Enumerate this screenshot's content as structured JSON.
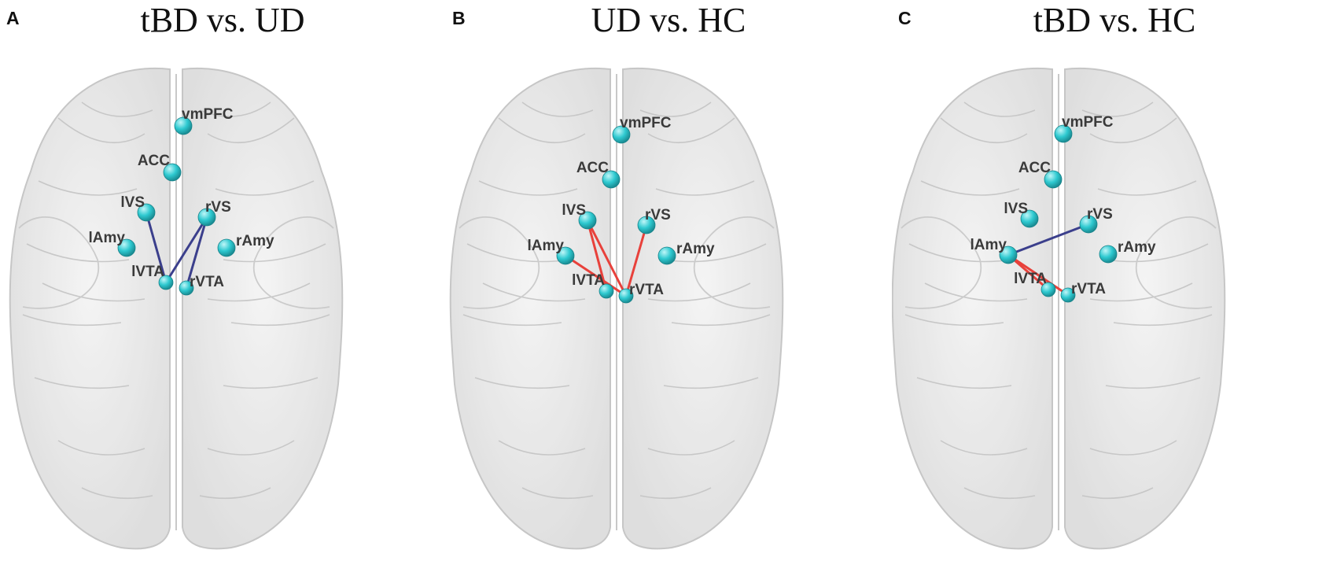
{
  "colors": {
    "decrease": "#3b3f8c",
    "increase": "#e8413b",
    "node": "#2ec9d0",
    "node_highlight": "#bff6f8"
  },
  "panels": [
    {
      "letter": "A",
      "title": "tBD vs. UD",
      "nodes": [
        {
          "label": "vmPFC"
        },
        {
          "label": "ACC"
        },
        {
          "label": "lVS"
        },
        {
          "label": "rVS"
        },
        {
          "label": "lAmy"
        },
        {
          "label": "rAmy"
        },
        {
          "label": "lVTA"
        },
        {
          "label": "rVTA"
        }
      ],
      "connections": [
        {
          "from": "lVS",
          "to": "lVTA",
          "color": "decrease"
        },
        {
          "from": "lVTA",
          "to": "rVS",
          "color": "decrease"
        },
        {
          "from": "rVS",
          "to": "rVTA",
          "color": "decrease"
        }
      ]
    },
    {
      "letter": "B",
      "title": "UD vs. HC",
      "nodes": [
        {
          "label": "vmPFC"
        },
        {
          "label": "ACC"
        },
        {
          "label": "lVS"
        },
        {
          "label": "rVS"
        },
        {
          "label": "lAmy"
        },
        {
          "label": "rAmy"
        },
        {
          "label": "lVTA"
        },
        {
          "label": "rVTA"
        }
      ],
      "connections": [
        {
          "from": "lVS",
          "to": "lVTA",
          "color": "increase"
        },
        {
          "from": "lVS",
          "to": "rVTA",
          "color": "increase"
        },
        {
          "from": "lAmy",
          "to": "rVTA",
          "color": "increase"
        },
        {
          "from": "rVS",
          "to": "rVTA",
          "color": "increase"
        }
      ]
    },
    {
      "letter": "C",
      "title": "tBD vs. HC",
      "nodes": [
        {
          "label": "vmPFC"
        },
        {
          "label": "ACC"
        },
        {
          "label": "lVS"
        },
        {
          "label": "rVS"
        },
        {
          "label": "lAmy"
        },
        {
          "label": "rAmy"
        },
        {
          "label": "lVTA"
        },
        {
          "label": "rVTA"
        }
      ],
      "connections": [
        {
          "from": "lAmy",
          "to": "rVS",
          "color": "decrease"
        },
        {
          "from": "lAmy",
          "to": "lVTA",
          "color": "increase"
        },
        {
          "from": "lAmy",
          "to": "rVTA",
          "color": "increase"
        }
      ]
    }
  ]
}
